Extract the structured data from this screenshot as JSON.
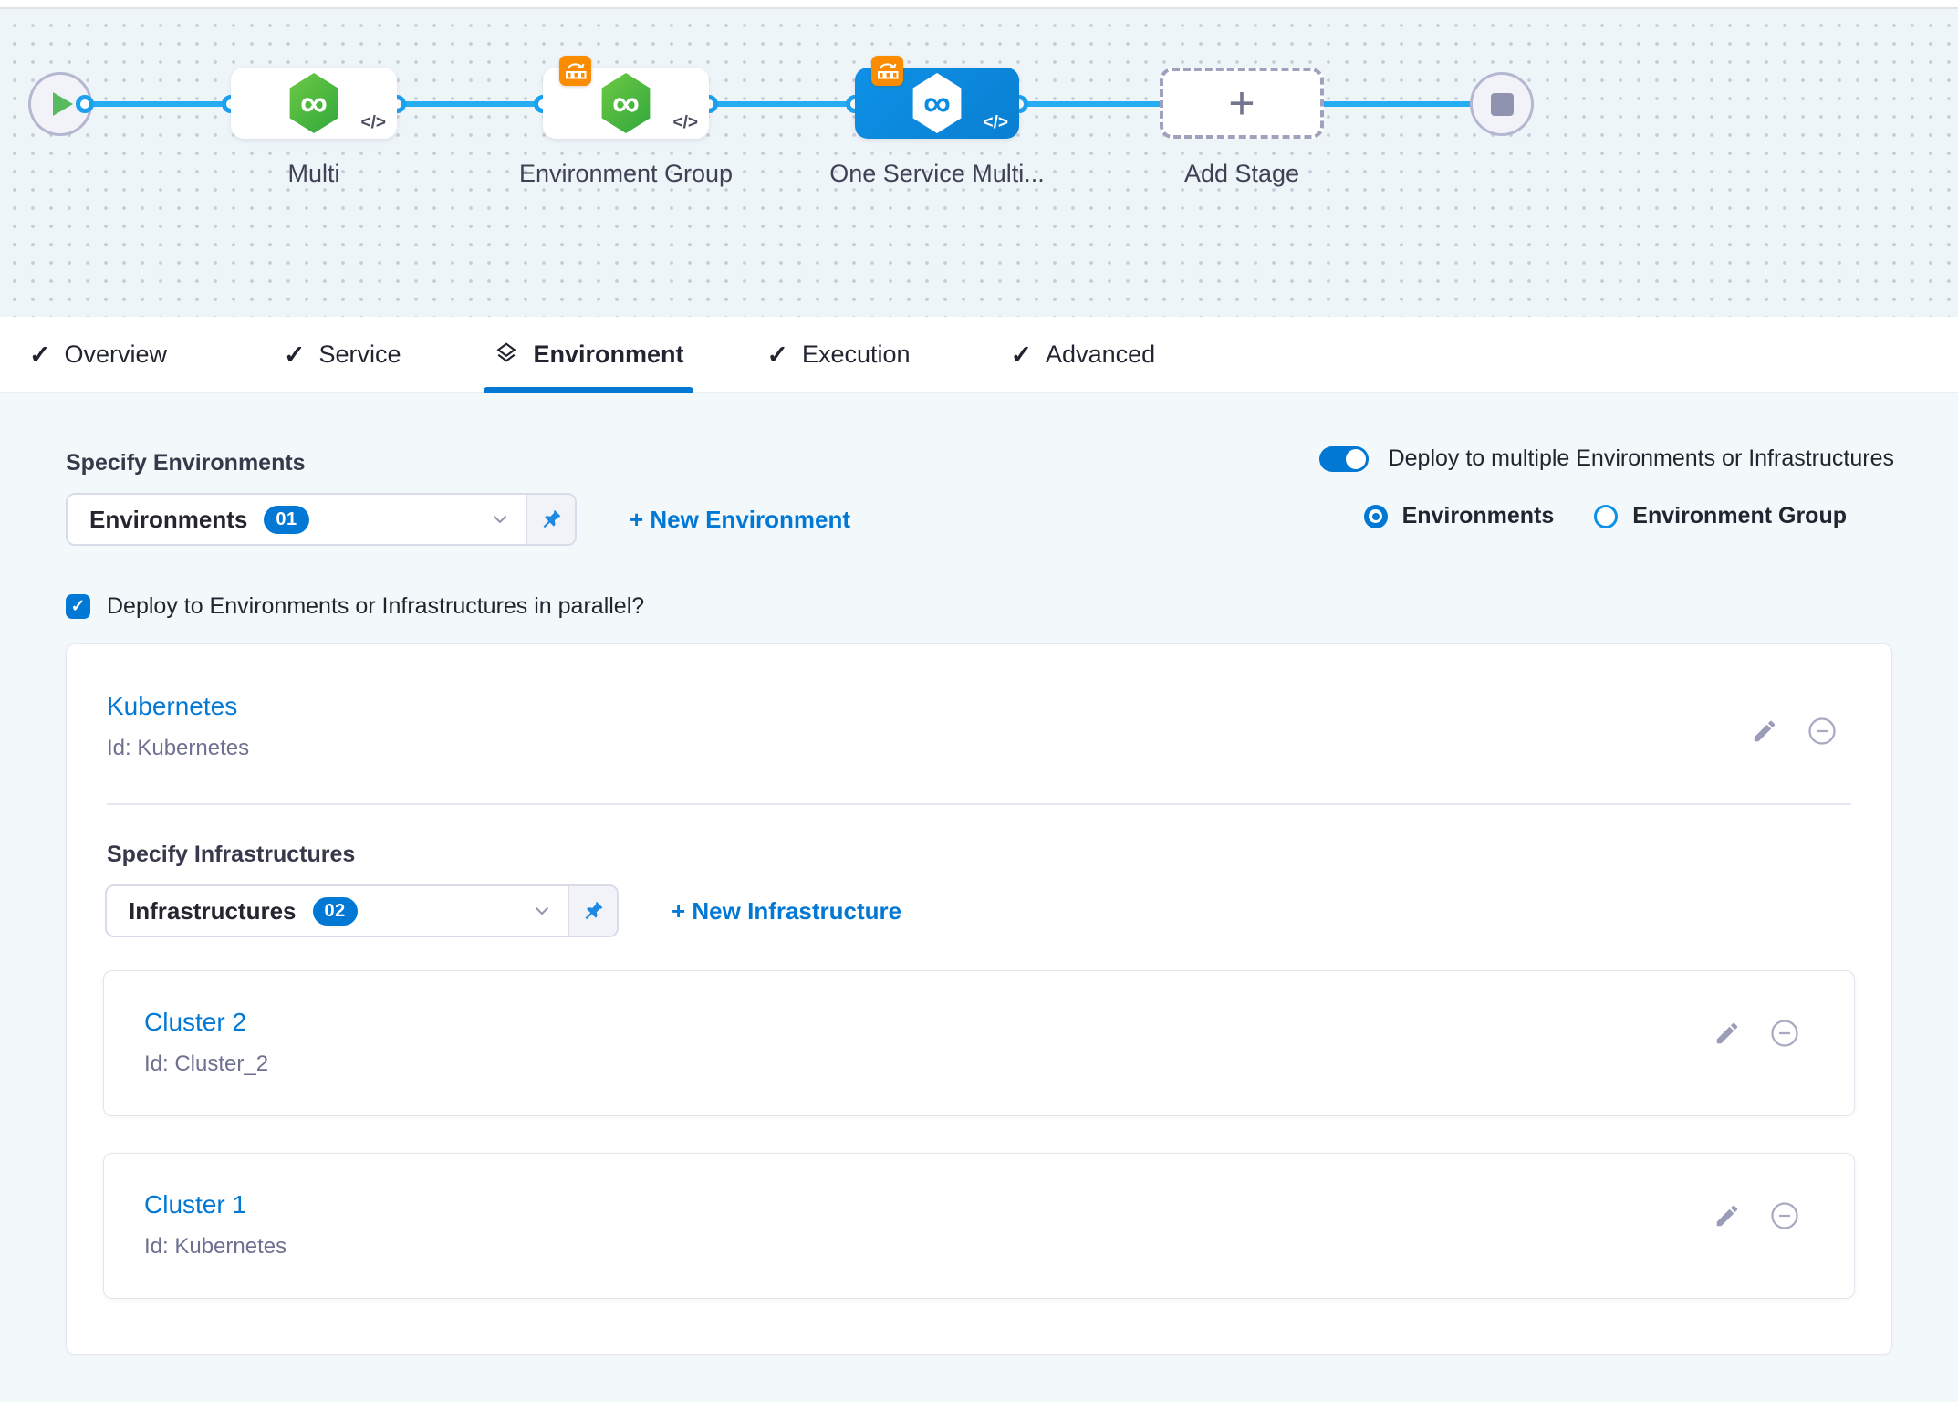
{
  "colors": {
    "accent_blue": "#0278d5",
    "flow_line_blue": "#27acf1",
    "selected_node_blue": "#0b8ce2",
    "service_green": "#42ab45",
    "rollback_orange": "#fb8c00",
    "content_bg": "#f3f8fb"
  },
  "canvas": {
    "code_glyph": "</>",
    "add_stage_plus": "+",
    "infinity_glyph": "∞",
    "nodes": [
      {
        "label": "Multi"
      },
      {
        "label": "Environment Group"
      },
      {
        "label": "One Service Multi..."
      },
      {
        "label": "Add Stage"
      }
    ]
  },
  "tabs": [
    {
      "label": "Overview",
      "tick": "✓"
    },
    {
      "label": "Service",
      "tick": "✓"
    },
    {
      "label": "Environment"
    },
    {
      "label": "Execution",
      "tick": "✓"
    },
    {
      "label": "Advanced",
      "tick": "✓"
    }
  ],
  "environment_section": {
    "specify_label": "Specify Environments",
    "dropdown": {
      "label": "Environments",
      "count": "01"
    },
    "new_link": "+ New Environment",
    "toggle_label": "Deploy to multiple Environments or Infrastructures",
    "radios": [
      {
        "label": "Environments",
        "selected": true
      },
      {
        "label": "Environment Group",
        "selected": false
      }
    ],
    "parallel_label": "Deploy to Environments or Infrastructures in parallel?",
    "checkbox_tick": "✓"
  },
  "environment_card": {
    "name": "Kubernetes",
    "id": "Id: Kubernetes",
    "infra": {
      "specify_label": "Specify Infrastructures",
      "dropdown": {
        "label": "Infrastructures",
        "count": "02"
      },
      "new_link": "+ New Infrastructure",
      "clusters": [
        {
          "name": "Cluster 2",
          "id": "Id: Cluster_2"
        },
        {
          "name": "Cluster 1",
          "id": "Id: Kubernetes"
        }
      ]
    }
  }
}
